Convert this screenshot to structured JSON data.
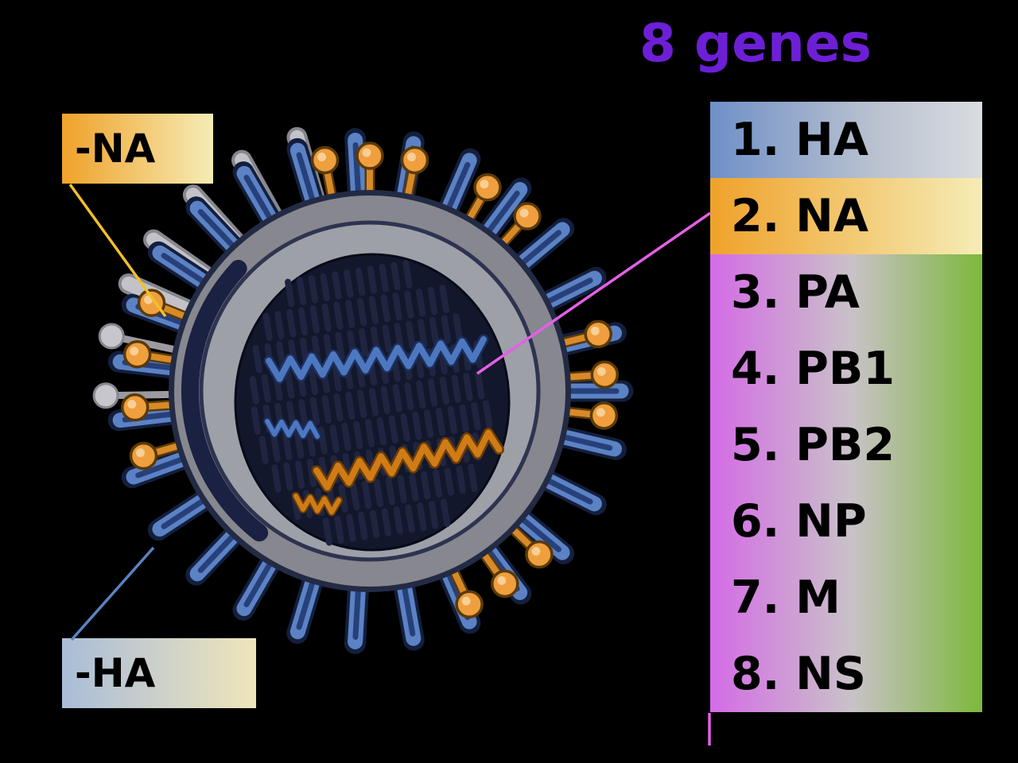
{
  "title": "8 genes",
  "callouts": {
    "na": {
      "label": "-NA"
    },
    "ha": {
      "label": "-HA"
    }
  },
  "genes": [
    {
      "label": "1. HA"
    },
    {
      "label": "2. NA"
    },
    {
      "label": "3. PA"
    },
    {
      "label": "4. PB1"
    },
    {
      "label": "5. PB2"
    },
    {
      "label": "6. NP"
    },
    {
      "label": "7. M"
    },
    {
      "label": "8. NS"
    }
  ],
  "legend": {
    "ha_spike_color": "#5b82c4",
    "na_spike_color": "#ef9f3e"
  },
  "colors": {
    "background": "#000000",
    "title_text": "#6d1fd6",
    "na_callout_line": "#f2c028",
    "ha_callout_line": "#5b82c4",
    "gene_pointer_line": "#e55fe8",
    "membrane_gray": "#87878f",
    "genome_dark": "#12172b",
    "rna_blue": "#4d78c0",
    "rna_orange": "#cf7c16"
  }
}
